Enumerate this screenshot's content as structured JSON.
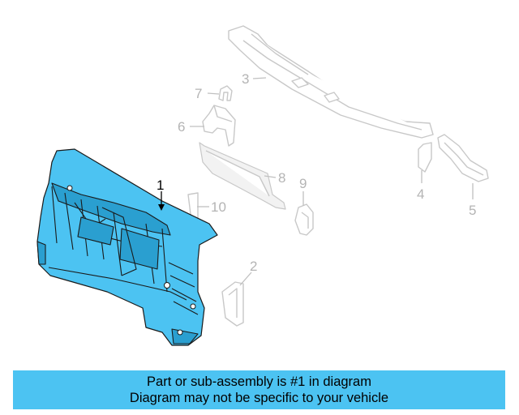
{
  "diagram": {
    "highlight_color": "#4cc3f2",
    "ghost_color": "#c8c8c8",
    "callouts": [
      {
        "id": "1",
        "label": "1",
        "highlighted": true
      },
      {
        "id": "2",
        "label": "2",
        "highlighted": false
      },
      {
        "id": "3",
        "label": "3",
        "highlighted": false
      },
      {
        "id": "4",
        "label": "4",
        "highlighted": false
      },
      {
        "id": "5",
        "label": "5",
        "highlighted": false
      },
      {
        "id": "6",
        "label": "6",
        "highlighted": false
      },
      {
        "id": "7",
        "label": "7",
        "highlighted": false
      },
      {
        "id": "8",
        "label": "8",
        "highlighted": false
      },
      {
        "id": "9",
        "label": "9",
        "highlighted": false
      },
      {
        "id": "10",
        "label": "10",
        "highlighted": false
      }
    ]
  },
  "caption": {
    "line1": "Part or sub-assembly is #1 in diagram",
    "line2": "Diagram may not be specific to your vehicle",
    "background": "#4cc3f2"
  }
}
